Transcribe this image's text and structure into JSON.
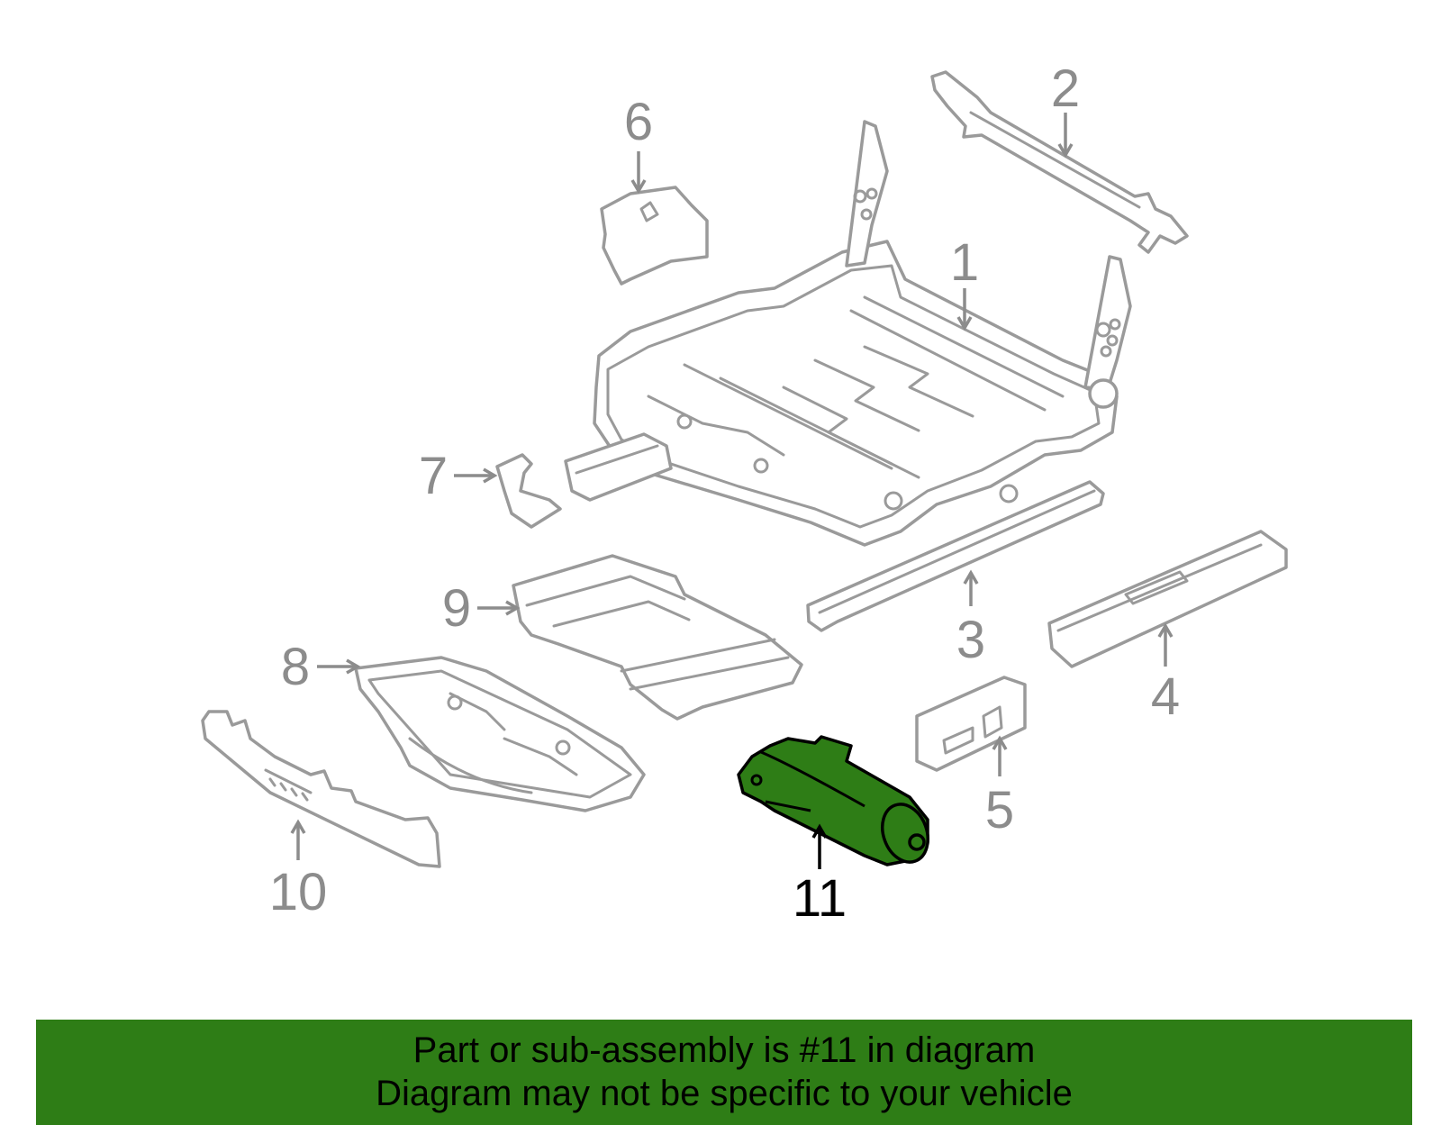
{
  "diagram": {
    "highlight_color": "#2e7d16",
    "part_line_color": "#9a9a9a",
    "callouts": [
      {
        "id": "1",
        "label": "1"
      },
      {
        "id": "2",
        "label": "2"
      },
      {
        "id": "3",
        "label": "3"
      },
      {
        "id": "4",
        "label": "4"
      },
      {
        "id": "5",
        "label": "5"
      },
      {
        "id": "6",
        "label": "6"
      },
      {
        "id": "7",
        "label": "7"
      },
      {
        "id": "8",
        "label": "8"
      },
      {
        "id": "9",
        "label": "9"
      },
      {
        "id": "10",
        "label": "10"
      },
      {
        "id": "11",
        "label": "11",
        "highlighted": true
      }
    ]
  },
  "banner": {
    "line1": "Part or sub-assembly is #11 in diagram",
    "line2": "Diagram may not be specific to your vehicle",
    "background": "#2e7d16"
  }
}
